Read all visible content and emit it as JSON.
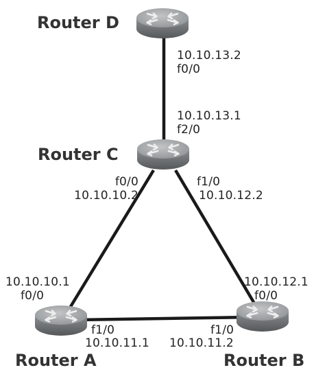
{
  "routers": {
    "a": {
      "name": "Router A"
    },
    "b": {
      "name": "Router B"
    },
    "c": {
      "name": "Router C"
    },
    "d": {
      "name": "Router D"
    }
  },
  "links": {
    "d_c": {
      "d_ip": "10.10.13.2",
      "d_if": "f0/0",
      "c_ip": "10.10.13.1",
      "c_if": "f2/0"
    },
    "c_a": {
      "c_if": "f0/0",
      "c_ip": "10.10.10.2",
      "a_ip": "10.10.10.1",
      "a_if": "f0/0"
    },
    "c_b": {
      "c_if": "f1/0",
      "c_ip": "10.10.12.2",
      "b_ip": "10.10.12.1",
      "b_if": "f0/0"
    },
    "a_b": {
      "a_if": "f1/0",
      "a_ip": "10.10.11.1",
      "b_if": "f1/0",
      "b_ip": "10.10.11.2"
    }
  },
  "colors": {
    "link": "#1a1a1a",
    "router_body": "#8a8d8f",
    "router_top": "#a5a8aa",
    "router_arrows": "#e8e8e8"
  },
  "icons": {
    "router": "router-icon"
  }
}
